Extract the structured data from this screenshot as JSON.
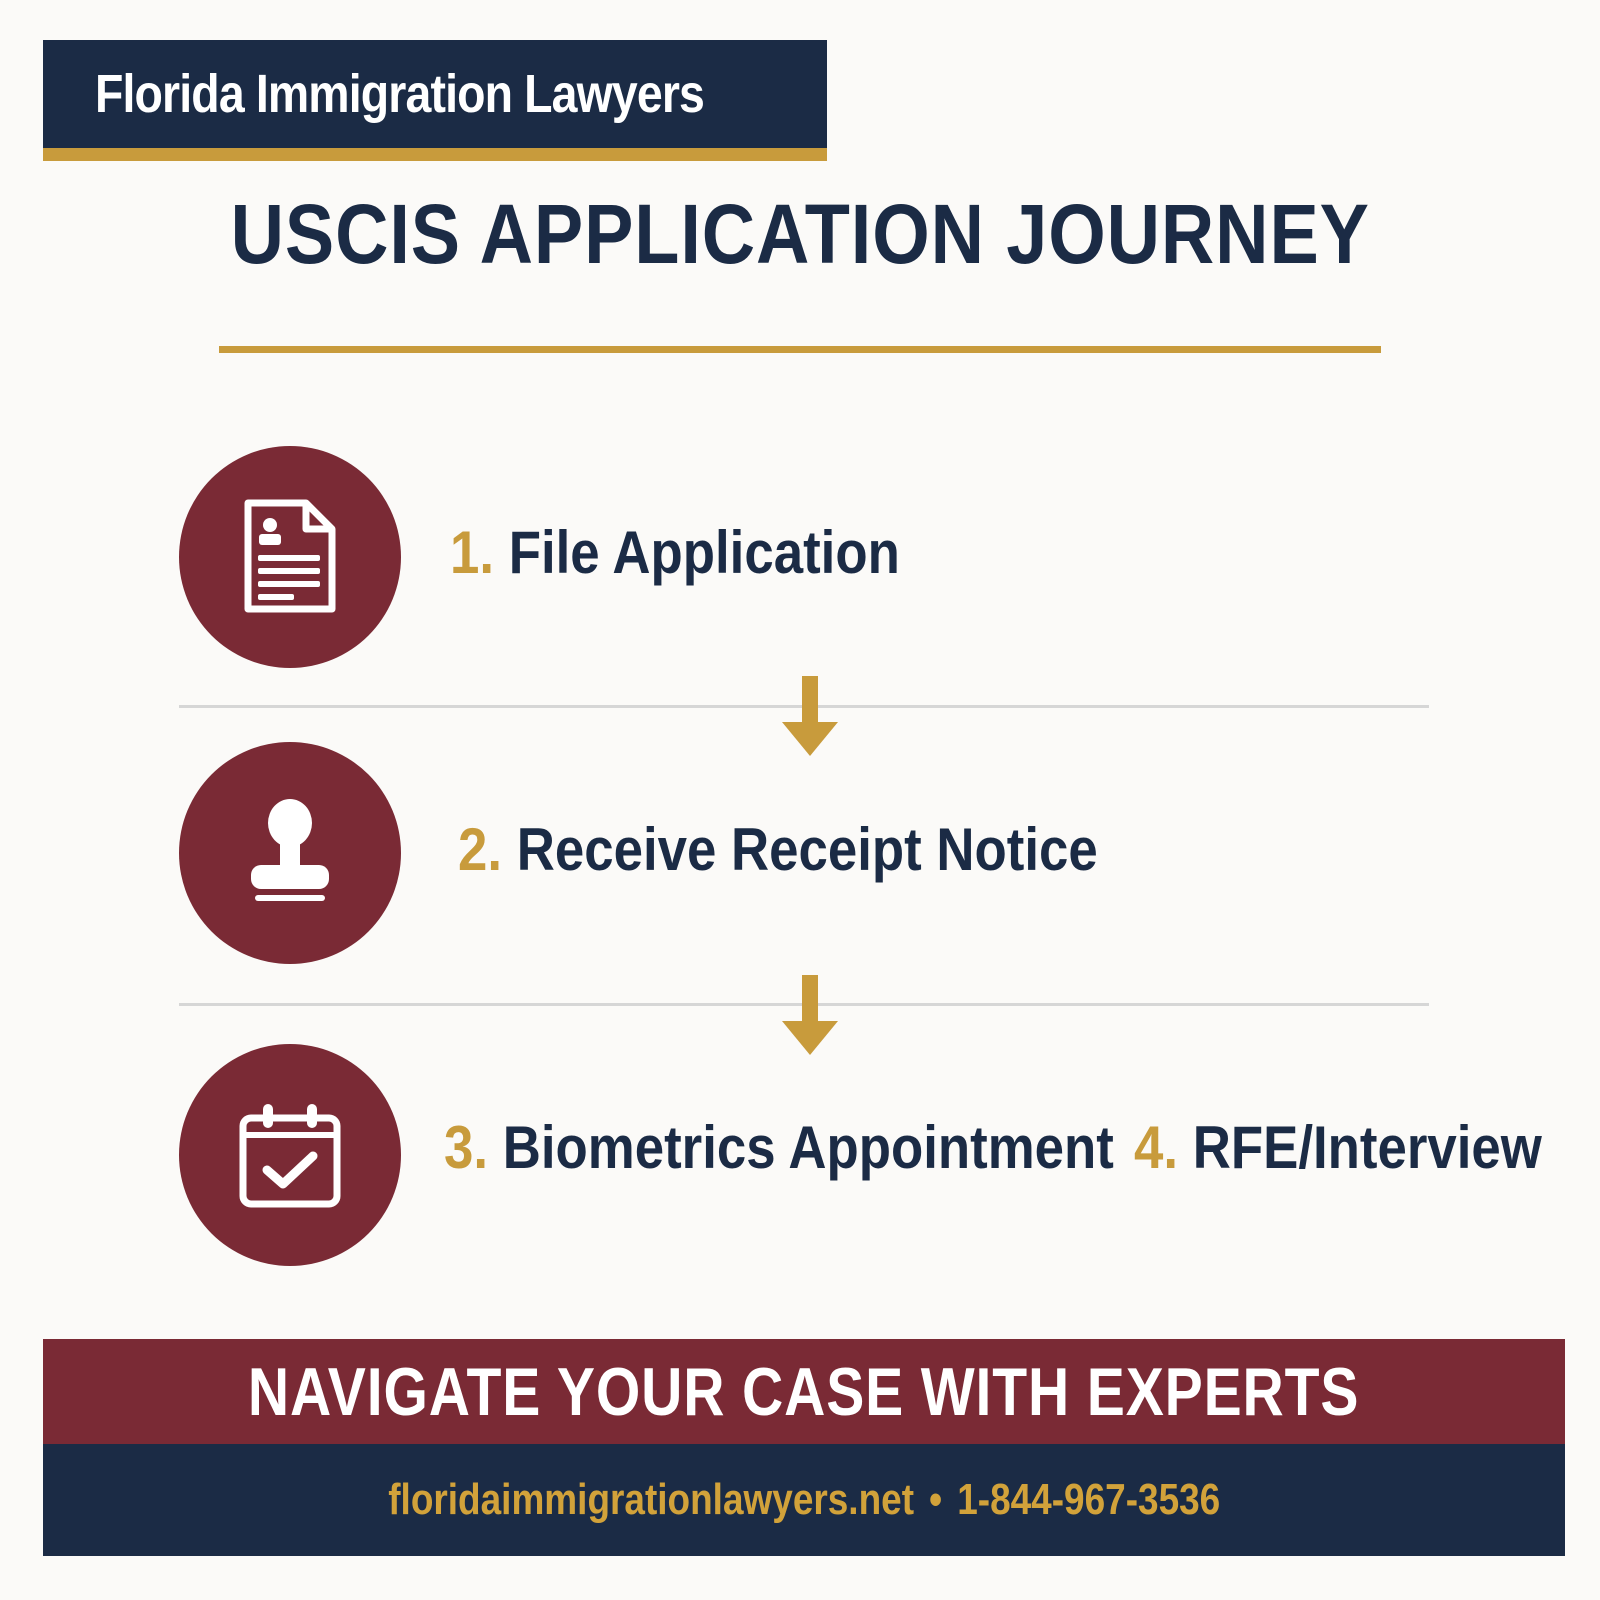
{
  "brand": {
    "name": "Florida Immigration Lawyers"
  },
  "title": "USCIS APPLICATION JOURNEY",
  "steps": [
    {
      "number": "1.",
      "label": "File Application",
      "icon": "document-icon"
    },
    {
      "number": "2.",
      "label": "Receive Receipt Notice",
      "icon": "stamp-icon"
    },
    {
      "number": "3.",
      "label": "Biometrics Appointment",
      "icon": "calendar-check-icon"
    },
    {
      "number": "4.",
      "label": "RFE/Interview"
    }
  ],
  "cta": "NAVIGATE YOUR CASE WITH EXPERTS",
  "contact": {
    "website": "floridaimmigrationlawyers.net",
    "separator": "•",
    "phone": "1-844-967-3536"
  },
  "colors": {
    "navy": "#1b2b45",
    "maroon": "#7a2a35",
    "gold": "#c89b3c",
    "background": "#fbfaf8"
  }
}
